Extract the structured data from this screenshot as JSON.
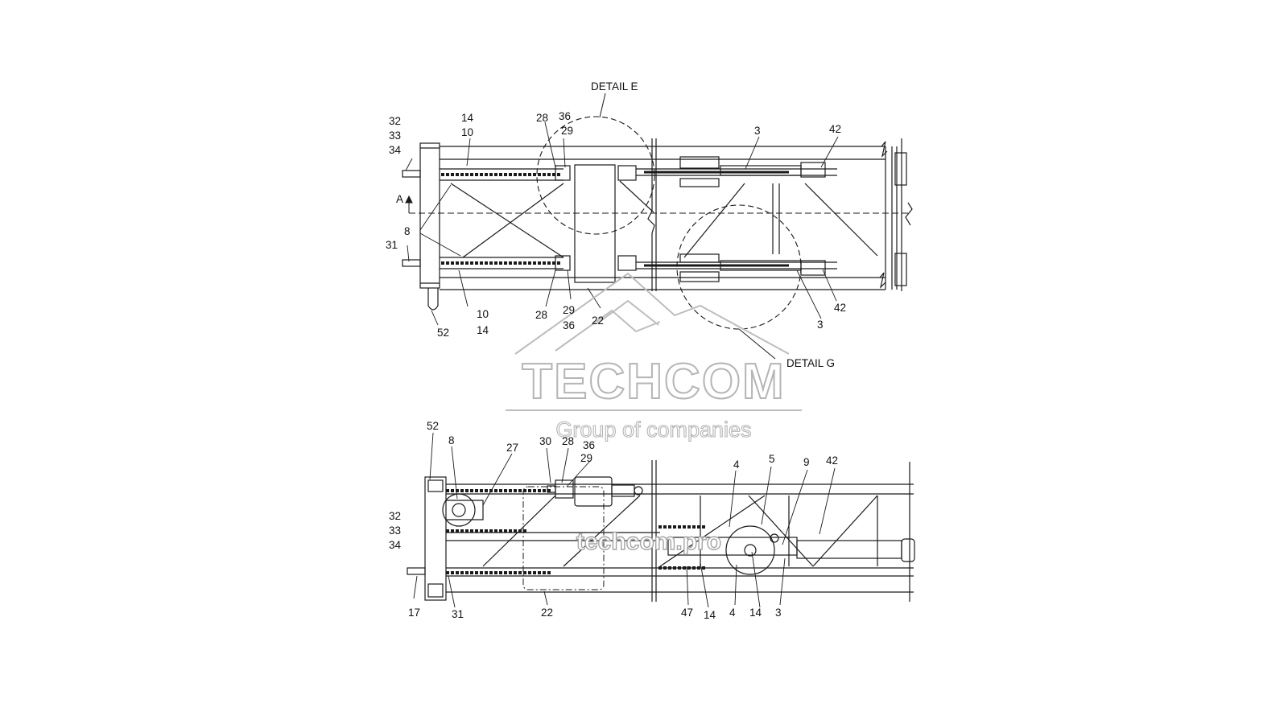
{
  "detail_labels": {
    "detail_e": "DETAIL E",
    "detail_g": "DETAIL G",
    "section_a": "A"
  },
  "watermark": {
    "brand": "TECHCOM",
    "tagline": "Group of companies",
    "url": "techcom.pro"
  },
  "top_view_callouts": {
    "c32": "32",
    "c33": "33",
    "c34": "34",
    "c31": "31",
    "c8": "8",
    "c14_top": "14",
    "c10_top": "10",
    "c28_top": "28",
    "c36_top": "36",
    "c29_top": "29",
    "c3_top": "3",
    "c42_top": "42",
    "c10_bot": "10",
    "c14_bot": "14",
    "c52": "52",
    "c28_bot": "28",
    "c29_bot": "29",
    "c36_bot": "36",
    "c22": "22",
    "c42_bot": "42",
    "c3_bot": "3"
  },
  "side_view_callouts": {
    "c52": "52",
    "c8": "8",
    "c27": "27",
    "c30": "30",
    "c28": "28",
    "c36": "36",
    "c29": "29",
    "c4_top": "4",
    "c5": "5",
    "c9": "9",
    "c42": "42",
    "c32": "32",
    "c33": "33",
    "c34": "34",
    "c17": "17",
    "c31": "31",
    "c22": "22",
    "c47": "47",
    "c14_a": "14",
    "c4_bot": "4",
    "c14_b": "14",
    "c3": "3"
  },
  "colors": {
    "line": "#1a1a1a",
    "watermark_stroke": "#b5b5b5"
  }
}
